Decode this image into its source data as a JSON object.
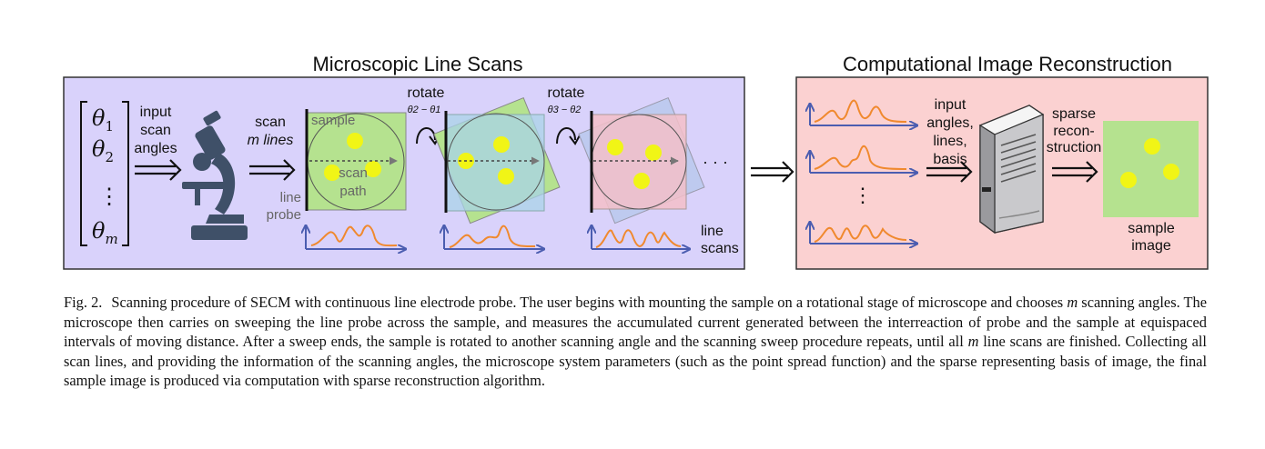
{
  "figure": {
    "panel_left_title": "Microscopic Line Scans",
    "panel_right_title": "Computational Image Reconstruction",
    "theta_1": "θ",
    "theta_1_sub": "1",
    "theta_2": "θ",
    "theta_2_sub": "2",
    "theta_dots": "⋮",
    "theta_m": "θ",
    "theta_m_sub": "m",
    "input_label": [
      "input",
      "scan",
      "angles"
    ],
    "scan_label_1": "scan",
    "scan_label_2": "m lines",
    "sample_label": "sample",
    "scan_path_label": [
      "scan",
      "path"
    ],
    "line_probe_label": [
      "line",
      "probe"
    ],
    "rotate_1": "rotate",
    "rotate_1_formula": "θ2 − θ1",
    "rotate_2": "rotate",
    "rotate_2_formula": "θ3 − θ2",
    "ellipsis": "· · ·",
    "line_scans_label": [
      "line",
      "scans"
    ],
    "input_right_label": [
      "input",
      "angles,",
      "lines,",
      "basis"
    ],
    "sparse_label": [
      "sparse",
      "recon-",
      "struction"
    ],
    "sample_image_label": [
      "sample",
      "image"
    ],
    "vertical_dots": "⋮",
    "colors": {
      "left_panel": "#d9d2fb",
      "right_panel": "#fbd1d1",
      "sample_green": "#b5e28f",
      "dot_yellow": "#f1f516",
      "curve_orange": "#f0892e",
      "axis_blue": "#4b5db0",
      "microscope": "#3f5068"
    }
  },
  "caption": {
    "label": "Fig. 2.",
    "part1": "Scanning procedure of SECM with continuous line electrode probe. The user begins with mounting the sample on a rotational stage of microscope and chooses ",
    "m1": "m",
    "part2": " scanning angles. The microscope then carries on sweeping the line probe across the sample, and measures the accumulated current generated between the interreaction of probe and the sample at equispaced intervals of moving distance. After a sweep ends, the sample is rotated to another scanning angle and the scanning sweep procedure repeats, until all ",
    "m2": "m",
    "part3": " line scans are finished. Collecting all scan lines, and providing the information of the scanning angles, the microscope system parameters (such as the point spread function) and the sparse representing basis of image, the final sample image is produced via computation with sparse reconstruction algorithm."
  }
}
